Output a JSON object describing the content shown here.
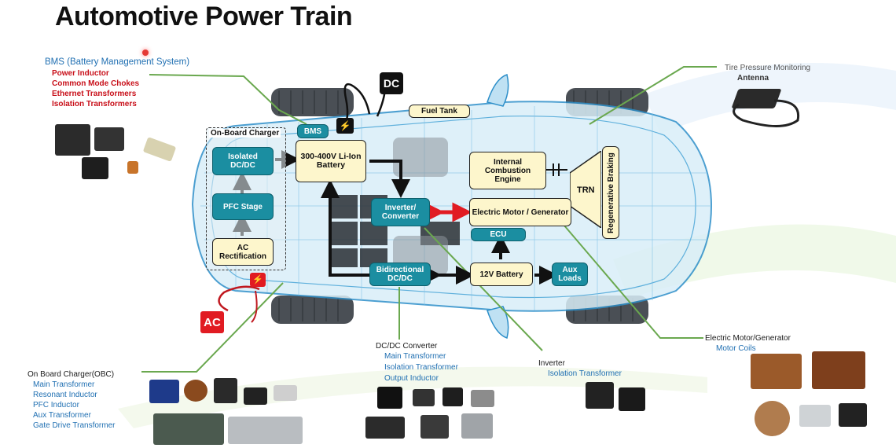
{
  "title": "Automotive Power Train",
  "callouts": {
    "bms": {
      "heading": "BMS (Battery Management System)",
      "items": [
        "Power Inductor",
        "Common Mode Chokes",
        "Ethernet Transformers",
        "Isolation Transformers"
      ]
    },
    "tpms": {
      "heading": "Tire Pressure Monitoring",
      "sub": "Antenna"
    },
    "obc": {
      "heading": "On Board Charger(OBC)",
      "items": [
        "Main Transformer",
        "Resonant Inductor",
        "PFC Inductor",
        "Aux Transformer",
        "Gate Drive Transformer"
      ]
    },
    "dcdc": {
      "heading": "DC/DC Converter",
      "items": [
        "Main Transformer",
        "Isolation Transformer",
        "Output Inductor"
      ]
    },
    "inverter": {
      "heading": "Inverter",
      "items": [
        "Isolation Transformer"
      ]
    },
    "motor": {
      "heading": "Electric Motor/Generator",
      "items": [
        "Motor Coils"
      ]
    }
  },
  "diagram": {
    "onboard_charger": "On-Board Charger",
    "isolated_dcdc": "Isolated DC/DC",
    "pfc_stage": "PFC Stage",
    "ac_rectification": "AC Rectification",
    "bms": "BMS",
    "battery": "300-400V Li-Ion Battery",
    "fuel_tank": "Fuel Tank",
    "ice": "Internal Combustion Engine",
    "trn": "TRN",
    "regen": "Regenerative Braking",
    "inverter": "Inverter/ Converter",
    "motor": "Electric Motor / Generator",
    "ecu": "ECU",
    "bidir": "Bidirectional DC/DC",
    "battery12": "12V Battery",
    "aux": "Aux Loads",
    "dc_plug": "DC",
    "ac_plug": "AC"
  },
  "colors": {
    "teal": "#1b8ea1",
    "yellow_box": "#fdf6cc",
    "green_line": "#6aa84f",
    "red": "#e11b22",
    "item_blue": "#1f6fb2",
    "item_red": "#c8101a"
  }
}
